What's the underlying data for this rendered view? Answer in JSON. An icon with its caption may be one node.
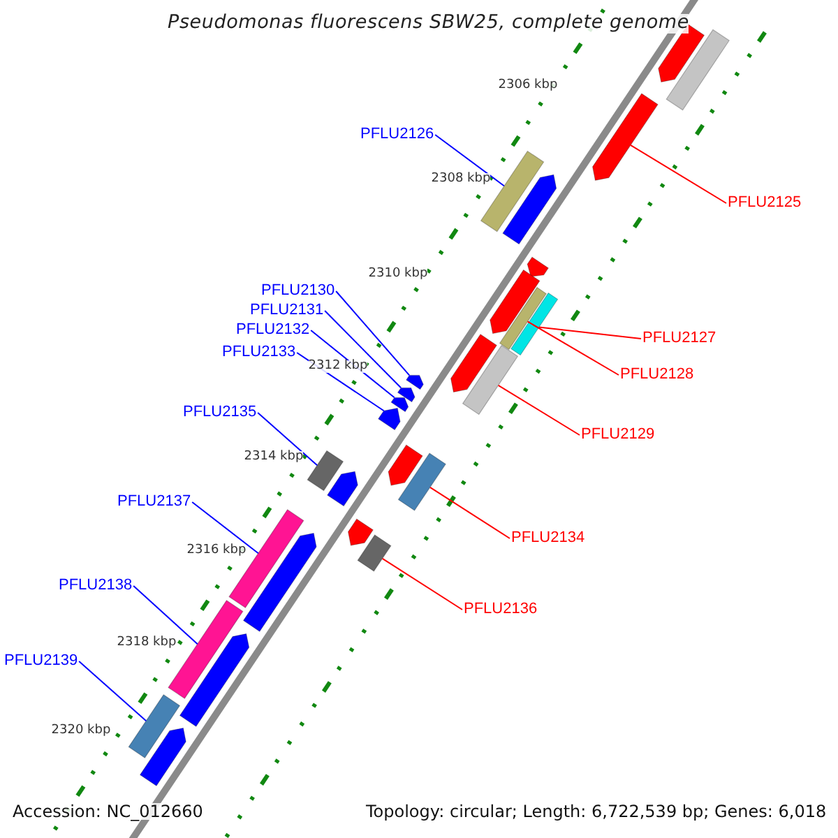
{
  "diagram": {
    "title": "Pseudomonas fluorescens SBW25, complete genome",
    "nodes": [
      {
        "text": [
          "PFLU2126"
        ]
      },
      {
        "text": [
          "PFLU2125"
        ]
      },
      {
        "text": [
          "PFLU2130"
        ]
      },
      {
        "text": [
          "PFLU2131"
        ]
      },
      {
        "text": [
          "PFLU2132"
        ]
      },
      {
        "text": [
          "PFLU2127"
        ]
      },
      {
        "text": [
          "PFLU2133"
        ]
      },
      {
        "text": [
          "PFLU2128"
        ]
      },
      {
        "text": [
          "PFLU2135"
        ]
      },
      {
        "text": [
          "PFLU2129"
        ]
      },
      {
        "text": [
          "PFLU2137"
        ]
      },
      {
        "text": [
          "PFLU2134"
        ]
      },
      {
        "text": [
          "PFLU2138"
        ]
      },
      {
        "text": [
          "PFLU2136"
        ]
      },
      {
        "text": [
          "PFLU2139"
        ]
      },
      {
        "text": [],
        "shape": "bar"
      },
      {
        "text": [],
        "shape": "bar"
      },
      {
        "text": [],
        "shape": "bar"
      },
      {
        "text": [],
        "shape": "bar"
      },
      {
        "text": [],
        "shape": "bar"
      },
      {
        "text": [],
        "shape": "bar"
      },
      {
        "text": [],
        "shape": "bar"
      },
      {
        "text": [],
        "shape": "bar"
      },
      {
        "text": [],
        "shape": "bar"
      },
      {
        "text": [],
        "shape": "bar"
      },
      {
        "text": [],
        "shape": "bar"
      },
      {
        "text": [],
        "shape": "bar"
      },
      {
        "text": [],
        "shape": "bar"
      },
      {
        "text": [],
        "shape": "bar"
      },
      {
        "text": [],
        "shape": "bar"
      },
      {
        "text": [],
        "shape": "bar"
      },
      {
        "text": [],
        "shape": "bar"
      },
      {
        "text": [],
        "shape": "bar"
      },
      {
        "text": [],
        "shape": "bar"
      },
      {
        "text": [],
        "shape": "bar"
      },
      {
        "text": [],
        "shape": "bar"
      },
      {
        "text": [],
        "shape": "bar"
      },
      {
        "text": [],
        "shape": "bar"
      },
      {
        "text": [],
        "shape": "bar"
      },
      {
        "text": [],
        "shape": "bar"
      },
      {
        "text": [],
        "shape": "bar"
      },
      {
        "text": [],
        "shape": "bar"
      }
    ],
    "edges": [
      {
        "from": 0,
        "to": 18,
        "arrow": "none"
      },
      {
        "from": 1,
        "to": 17,
        "arrow": "none",
        "color": "#ff0000"
      },
      {
        "from": 2,
        "to": 26,
        "arrow": "none"
      },
      {
        "from": 3,
        "to": 27,
        "arrow": "none"
      },
      {
        "from": 4,
        "to": 28,
        "arrow": "none"
      },
      {
        "from": 5,
        "to": 23,
        "arrow": "none",
        "color": "#ff0000"
      },
      {
        "from": 6,
        "to": 29,
        "arrow": "none"
      },
      {
        "from": 7,
        "to": 22,
        "arrow": "none",
        "color": "#ff0000"
      },
      {
        "from": 8,
        "to": 31,
        "arrow": "none"
      },
      {
        "from": 9,
        "to": 25,
        "arrow": "none",
        "color": "#ff0000"
      },
      {
        "from": 10,
        "to": 36,
        "arrow": "none"
      },
      {
        "from": 11,
        "to": 32,
        "arrow": "none",
        "color": "#ff0000"
      },
      {
        "from": 12,
        "to": 38,
        "arrow": "none"
      },
      {
        "from": 13,
        "to": 35,
        "arrow": "none",
        "color": "#ff0000"
      },
      {
        "from": 14,
        "to": 40,
        "arrow": "none"
      }
    ],
    "labels": [
      "2306 kbp",
      "2308 kbp",
      "2310 kbp",
      "2312 kbp",
      "2314 kbp",
      "2316 kbp",
      "2318 kbp",
      "2320 kbp",
      "Accession: NC_012660",
      "Topology: circular; Length: 6,722,539 bp; Genes: 6,018"
    ]
  }
}
